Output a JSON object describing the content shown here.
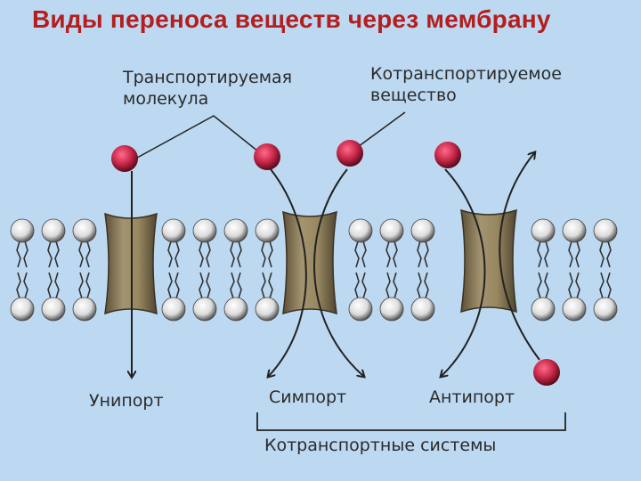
{
  "title": "Виды переноса веществ через мембрану",
  "labels": {
    "transported_molecule": [
      "Транспортируемая",
      "молекула"
    ],
    "cotransported_substance": [
      "Котранспортируемое",
      "вещество"
    ],
    "uniport": "Унипорт",
    "symport": "Симпорт",
    "antiport": "Антипорт",
    "cotransport_systems": "Котранспортные системы"
  },
  "colors": {
    "background": "#bdd9f2",
    "title": "#b41e1e",
    "molecule": "#c8284a",
    "protein": "#8c7c5a",
    "lipid_head": "#e8e8e8"
  }
}
